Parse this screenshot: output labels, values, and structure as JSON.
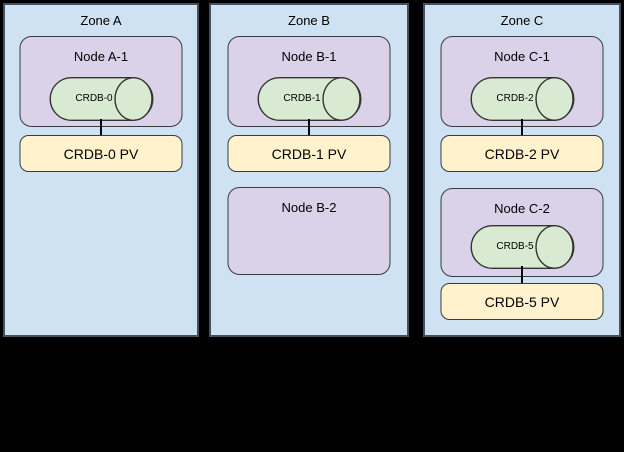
{
  "colors": {
    "background": "#000000",
    "zone_fill": "#cfe2f3",
    "zone_border": "#45515d",
    "node_fill": "#d9d2e9",
    "node_border": "#3a3a3a",
    "pv_fill": "#fff2cc",
    "pv_border": "#3a3a3a",
    "db_fill": "#d9ead3",
    "db_border": "#333333",
    "connector": "#000000",
    "text": "#000000"
  },
  "zones": [
    {
      "label": "Zone A",
      "nodes": [
        {
          "label": "Node A-1",
          "db": "CRDB-0",
          "pv": "CRDB-0 PV"
        }
      ]
    },
    {
      "label": "Zone B",
      "nodes": [
        {
          "label": "Node B-1",
          "db": "CRDB-1",
          "pv": "CRDB-1 PV"
        },
        {
          "label": "Node B-2"
        }
      ]
    },
    {
      "label": "Zone C",
      "nodes": [
        {
          "label": "Node C-1",
          "db": "CRDB-2",
          "pv": "CRDB-2 PV"
        },
        {
          "label": "Node C-2",
          "db": "CRDB-5",
          "pv": "CRDB-5 PV"
        }
      ]
    }
  ]
}
